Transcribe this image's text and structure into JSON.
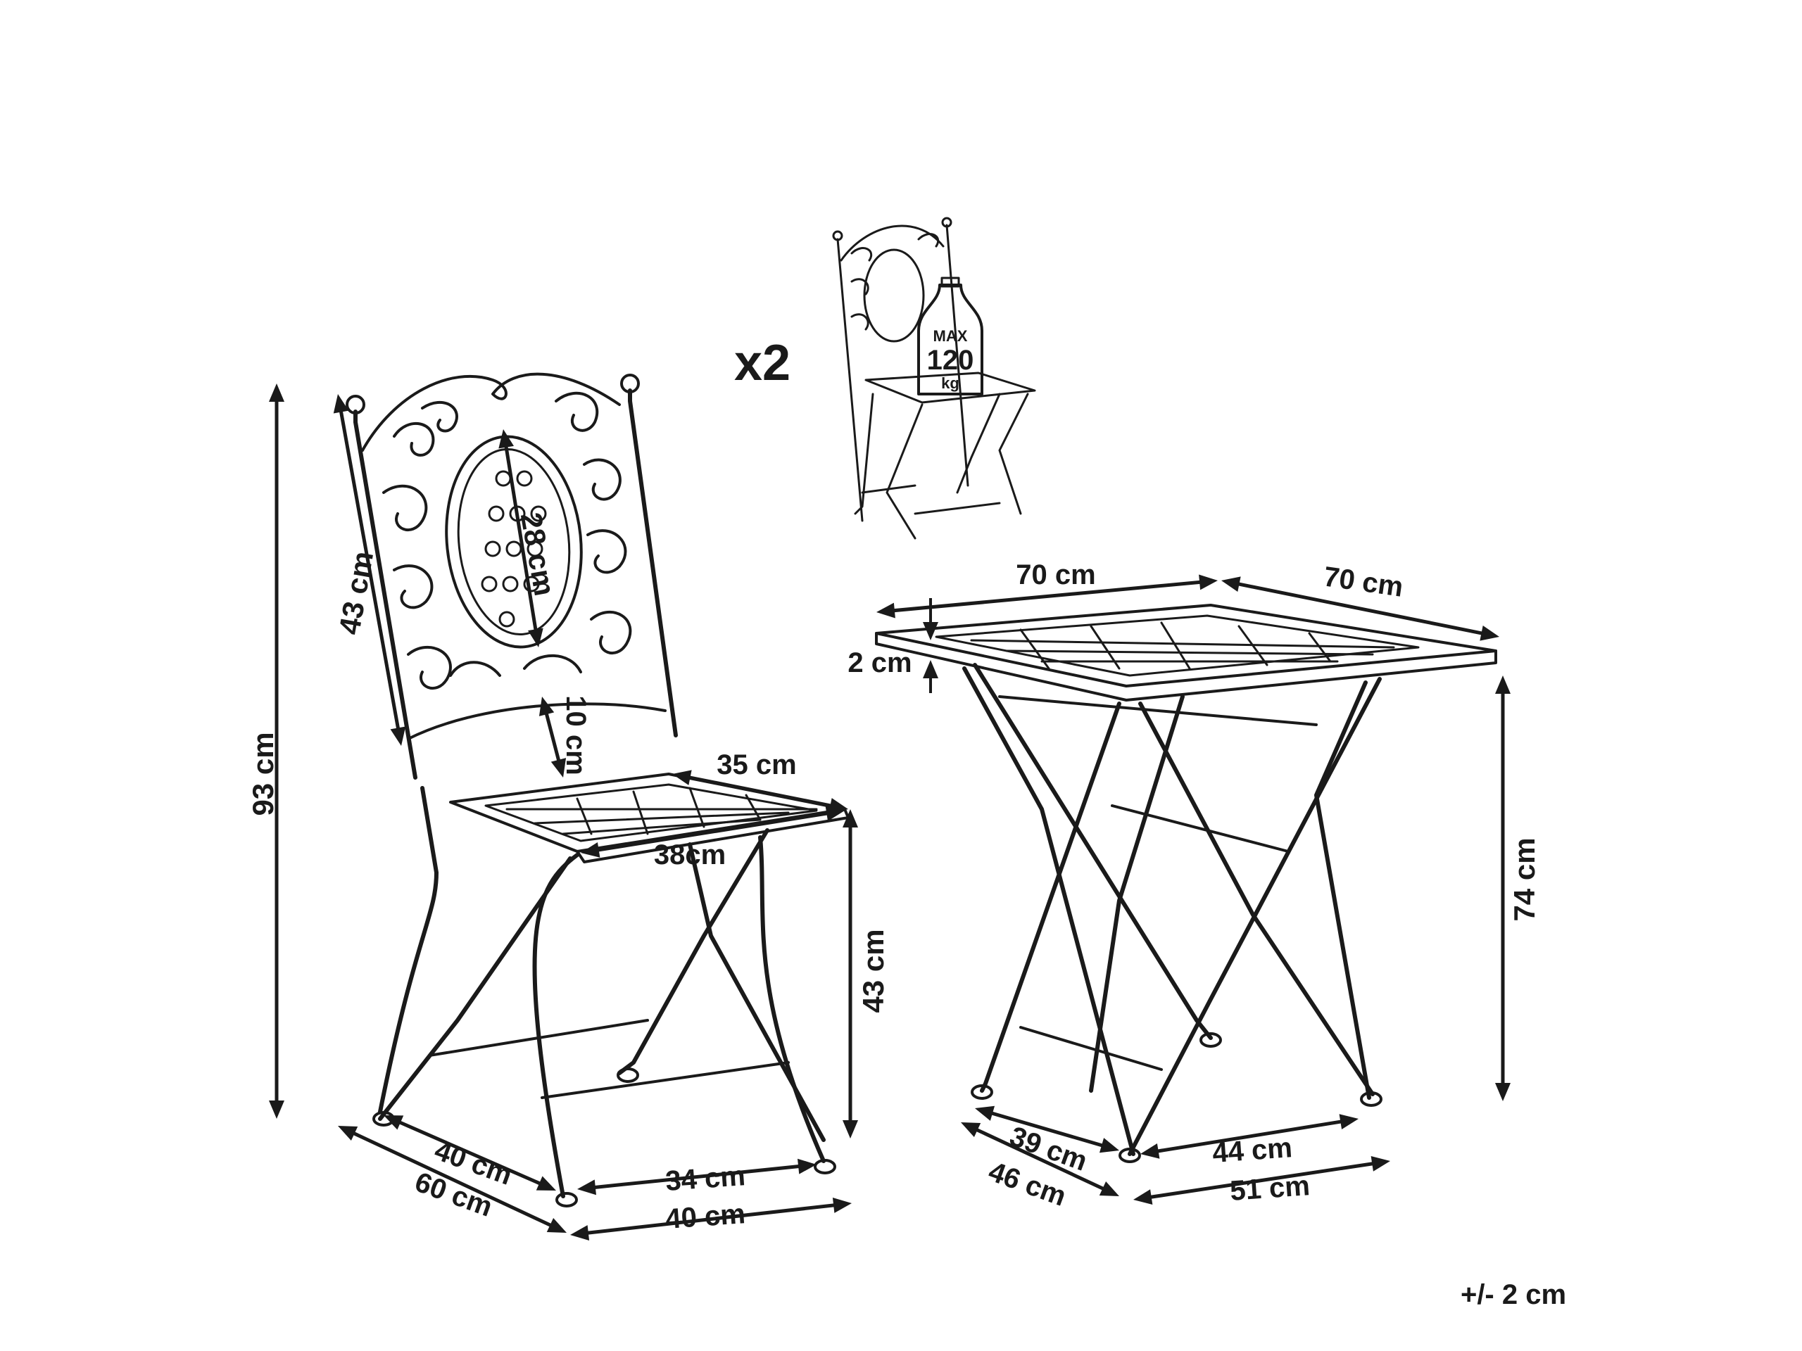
{
  "set_count": "x2",
  "max_load": {
    "line1": "MAX",
    "line2": "120",
    "line3": "kg"
  },
  "chair": {
    "height_total": "93 cm",
    "backrest_height": "43 cm",
    "backrest_oval": "28 cm",
    "back_to_seat": "10 cm",
    "seat_depth": "35 cm",
    "seat_width": "38cm",
    "seat_height": "43 cm",
    "depth_feet": "40 cm",
    "depth_folded": "60  cm",
    "width_feet_inner": "34 cm",
    "width_feet_outer": "40 cm"
  },
  "table": {
    "top_width": "70 cm",
    "top_depth": "70 cm",
    "top_thickness": "2 cm",
    "height": "74 cm",
    "feet_depth_inner": "39 cm",
    "feet_depth_outer": "46 cm",
    "feet_width_inner": "44 cm",
    "feet_width_outer": "51 cm"
  },
  "tolerance": "+/- 2 cm"
}
